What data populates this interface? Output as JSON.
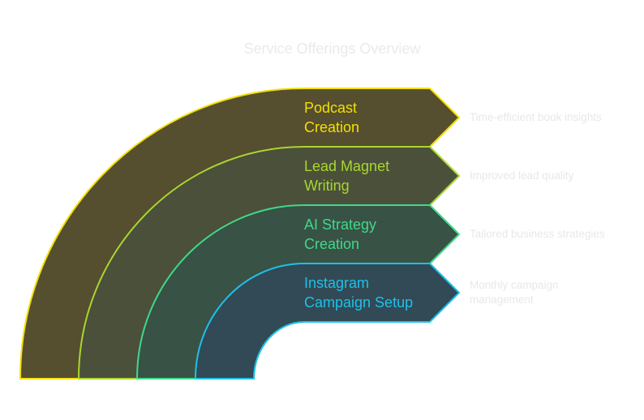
{
  "title": "Service Offerings Overview",
  "items": [
    {
      "label_line1": "Podcast",
      "label_line2": "Creation",
      "description": "Time-efficient book insights",
      "fill": "#554e2f",
      "stroke": "#f2e000"
    },
    {
      "label_line1": "Lead Magnet",
      "label_line2": "Writing",
      "description": "Improved lead quality",
      "fill": "#4b503a",
      "stroke": "#a9d62f"
    },
    {
      "label_line1": "AI Strategy",
      "label_line2": "Creation",
      "description": "Tailored business strategies",
      "fill": "#385245",
      "stroke": "#3fd98a"
    },
    {
      "label_line1": "Instagram",
      "label_line2": "Campaign Setup",
      "description": "Monthly campaign management",
      "fill": "#314a55",
      "stroke": "#1ec0ea"
    }
  ]
}
